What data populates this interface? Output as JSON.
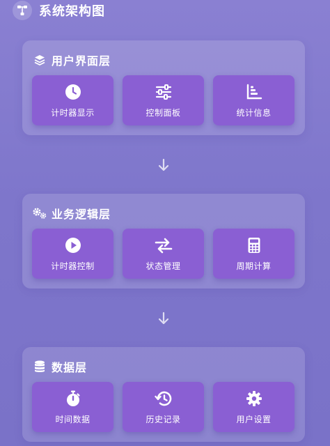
{
  "header": {
    "title": "系统架构图",
    "icon": "sitemap-icon"
  },
  "layers": [
    {
      "title": "用户界面层",
      "icon": "layers-icon",
      "cards": [
        {
          "label": "计时器显示",
          "icon": "clock-icon"
        },
        {
          "label": "控制面板",
          "icon": "sliders-icon"
        },
        {
          "label": "统计信息",
          "icon": "bar-chart-icon"
        }
      ]
    },
    {
      "title": "业务逻辑层",
      "icon": "gears-icon",
      "cards": [
        {
          "label": "计时器控制",
          "icon": "play-circle-icon"
        },
        {
          "label": "状态管理",
          "icon": "exchange-icon"
        },
        {
          "label": "周期计算",
          "icon": "calculator-icon"
        }
      ]
    },
    {
      "title": "数据层",
      "icon": "database-icon",
      "cards": [
        {
          "label": "时间数据",
          "icon": "stopwatch-icon"
        },
        {
          "label": "历史记录",
          "icon": "history-icon"
        },
        {
          "label": "用户设置",
          "icon": "cog-icon"
        }
      ]
    }
  ],
  "colors": {
    "background": "#8a80d2",
    "card": "#8a5fd3",
    "text": "#ffffff"
  }
}
